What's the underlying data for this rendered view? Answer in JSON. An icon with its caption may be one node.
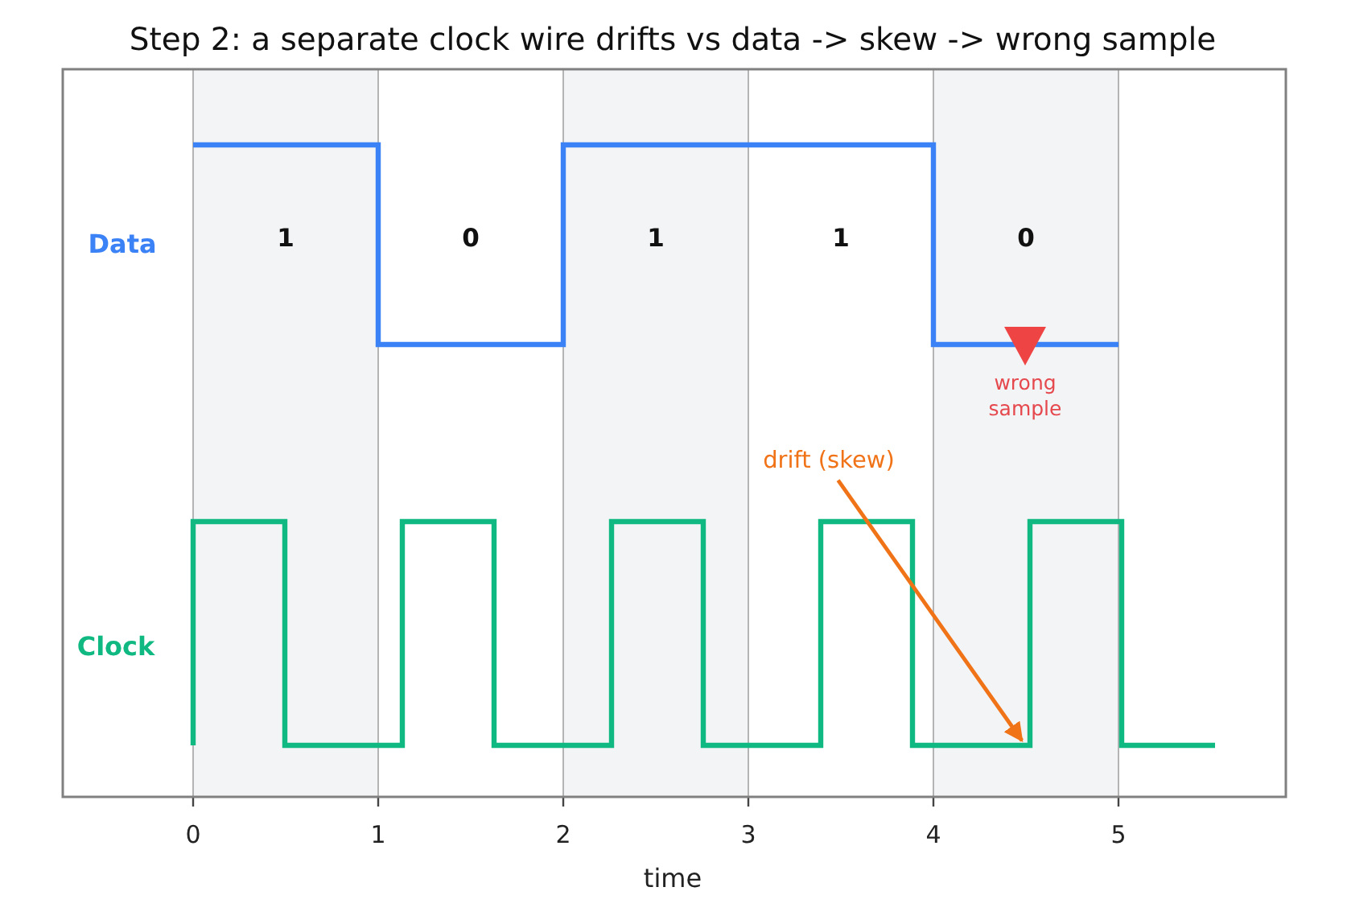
{
  "diagram": {
    "title": "Step 2: a separate clock wire drifts vs data -> skew -> wrong sample",
    "nodes": [
      {
        "text": [
          "drift (skew)"
        ]
      },
      {
        "text": [],
        "shape": "waveform"
      }
    ],
    "edges": [
      {
        "from": 0,
        "to": 1,
        "arrow": "to"
      }
    ],
    "labels": [
      "Data",
      "1",
      "0",
      "1",
      "1",
      "0",
      "wrong sample",
      "Clock",
      "0",
      "1",
      "2",
      "3",
      "4",
      "5",
      "time"
    ]
  }
}
